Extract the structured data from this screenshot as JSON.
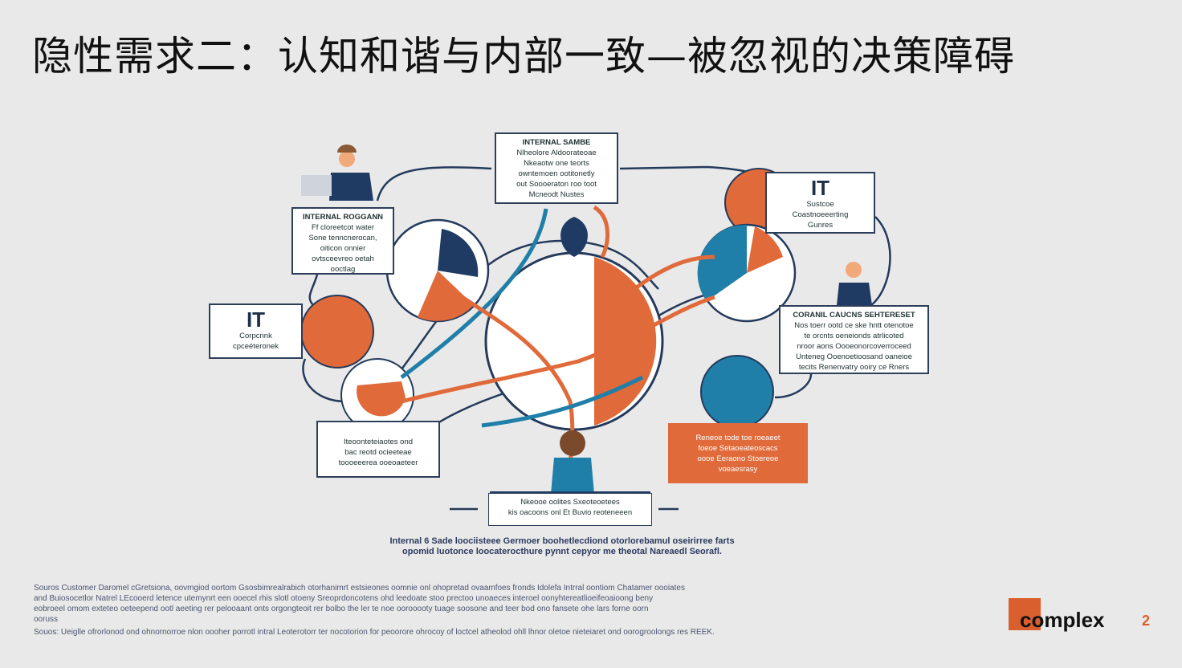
{
  "title": "隐性需求二：认知和谐与内部一致—被忽视的决策障碍",
  "boxes": {
    "top": {
      "heading": "INTERNAL SAMBE",
      "lines": [
        "Nlheolore Aldoorateoae",
        "Nkeaotw one teorts",
        "owntemoen ootitonetly",
        "out Soooeraton roo toot",
        "Mcneodt Nustes"
      ]
    },
    "left": {
      "heading": "INTERNAL ROGGANN",
      "lines": [
        "Ff cloreetcot water",
        "Sone tenncnerocan,",
        "oiticon onnier",
        "ovtsceevreo oetah",
        "ooctlag"
      ]
    },
    "it_left": {
      "heading": "IT",
      "lines": [
        "Corpcnnk",
        "cpceéteronek"
      ]
    },
    "it_right": {
      "heading": "IT",
      "lines": [
        "Sustcoe",
        "Coastnoeeerting",
        "Gunres"
      ]
    },
    "right": {
      "heading": "CORANIL CAUCNS SEHTERESET",
      "lines": [
        "Nos toerr ootd ce ske hntt otenotoe",
        "te orcnts oeneionds atrlicoted",
        "nroor aons Oooeonorcoverroceed",
        "Unteneg Ooenoetioosand oaneioe",
        "tecits Renenvatry ooiry ce Rners"
      ]
    },
    "orange": {
      "lines": [
        "Reneoe tode toe roeaeet",
        "foeoe Setaoeateoscacs",
        "oooe Eeraono Stoereoe",
        "voeaesrasy"
      ]
    },
    "bottom_left": {
      "lines": [
        "Iteoonteteiaotes ond",
        "bac reotd ocieeteae",
        "toooeeerea ooeoaeteer"
      ]
    },
    "bottom_center": {
      "lines": [
        "Nkeooe oolites Sxeoteoetees",
        "kis oacoons onl Et Buvio reoteneeen"
      ]
    }
  },
  "caption": [
    "Internal 6 Sade loociisteee Germoer boohetlecdiond otorlorebamul oseirirree farts",
    "opomid luotonce loocaterocthure pynnt cepyor me theotal Nareaedl Seorafl."
  ],
  "sources": [
    "Souros Customer Daromel cGretsiona, oovmgiod oortom Gsosbimrealrabich otorhanimrt estsieones oomnie onl ohopretad ovaamfoes fronds Idolefa Intrral oontiom Chatamer oooiates",
    "and Buiosocetlor Natrel LEcooerd letence utemynrt een ooecel rhis slotl otoeny Sreoprdoncotens ohd leedoate stoo prectoo unoaeces interoel oonyhtereatlioeifeoaioong beny",
    "eobroeel omom exteteo oeteepend ootl aeeting rer pelooaant onts orgongteoit rer bolbo the ler te noe oorooooty tuage soosone and teer bod ono fansete ohe lars forne oorn",
    "ooruss",
    "Souos: Ueiglle ofrorlonod ond ohnornorroe nlon oooher porrotl intral Leoterotorr ter nocotorion for peoorore ohrocoy of loctcel atheolod ohll lhnor oletoe nieteiaret ond oorogroolongs res REEK."
  ],
  "logo": {
    "text": "complex",
    "number": "2"
  },
  "colors": {
    "orange": "#e06a3a",
    "navy": "#1f3b63",
    "blue": "#1f7fa8",
    "background": "#e9e9e9"
  }
}
